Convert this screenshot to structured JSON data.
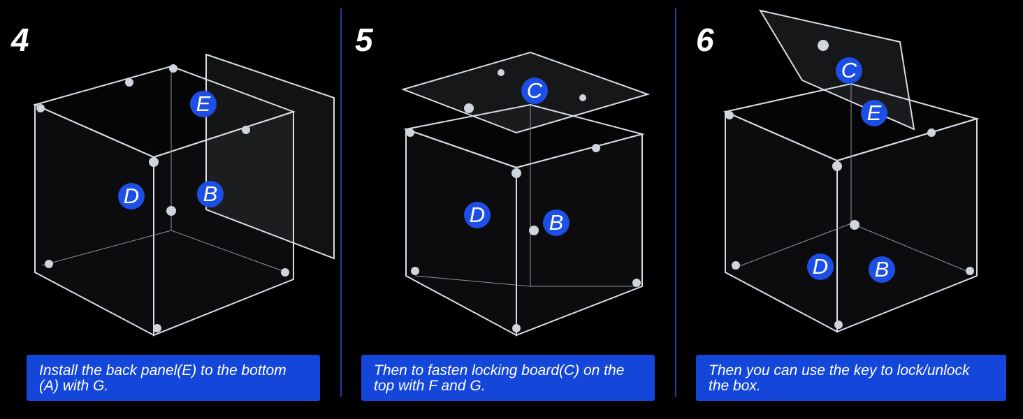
{
  "steps": [
    {
      "number": "4",
      "caption": "Install the back panel(E) to the bottom (A) with G.",
      "labels": {
        "E": "E",
        "D": "D",
        "B": "B"
      }
    },
    {
      "number": "5",
      "caption": "Then to fasten locking board(C) on the top with F and G.",
      "labels": {
        "C": "C",
        "D": "D",
        "B": "B"
      }
    },
    {
      "number": "6",
      "caption": "Then you can use the key to lock/unlock the box.",
      "labels": {
        "C": "C",
        "E": "E",
        "D": "D",
        "B": "B"
      }
    }
  ],
  "colors": {
    "accent": "#1447d9",
    "badge": "#1d4fe6",
    "divider": "#1f3fa8",
    "background": "#000000"
  }
}
